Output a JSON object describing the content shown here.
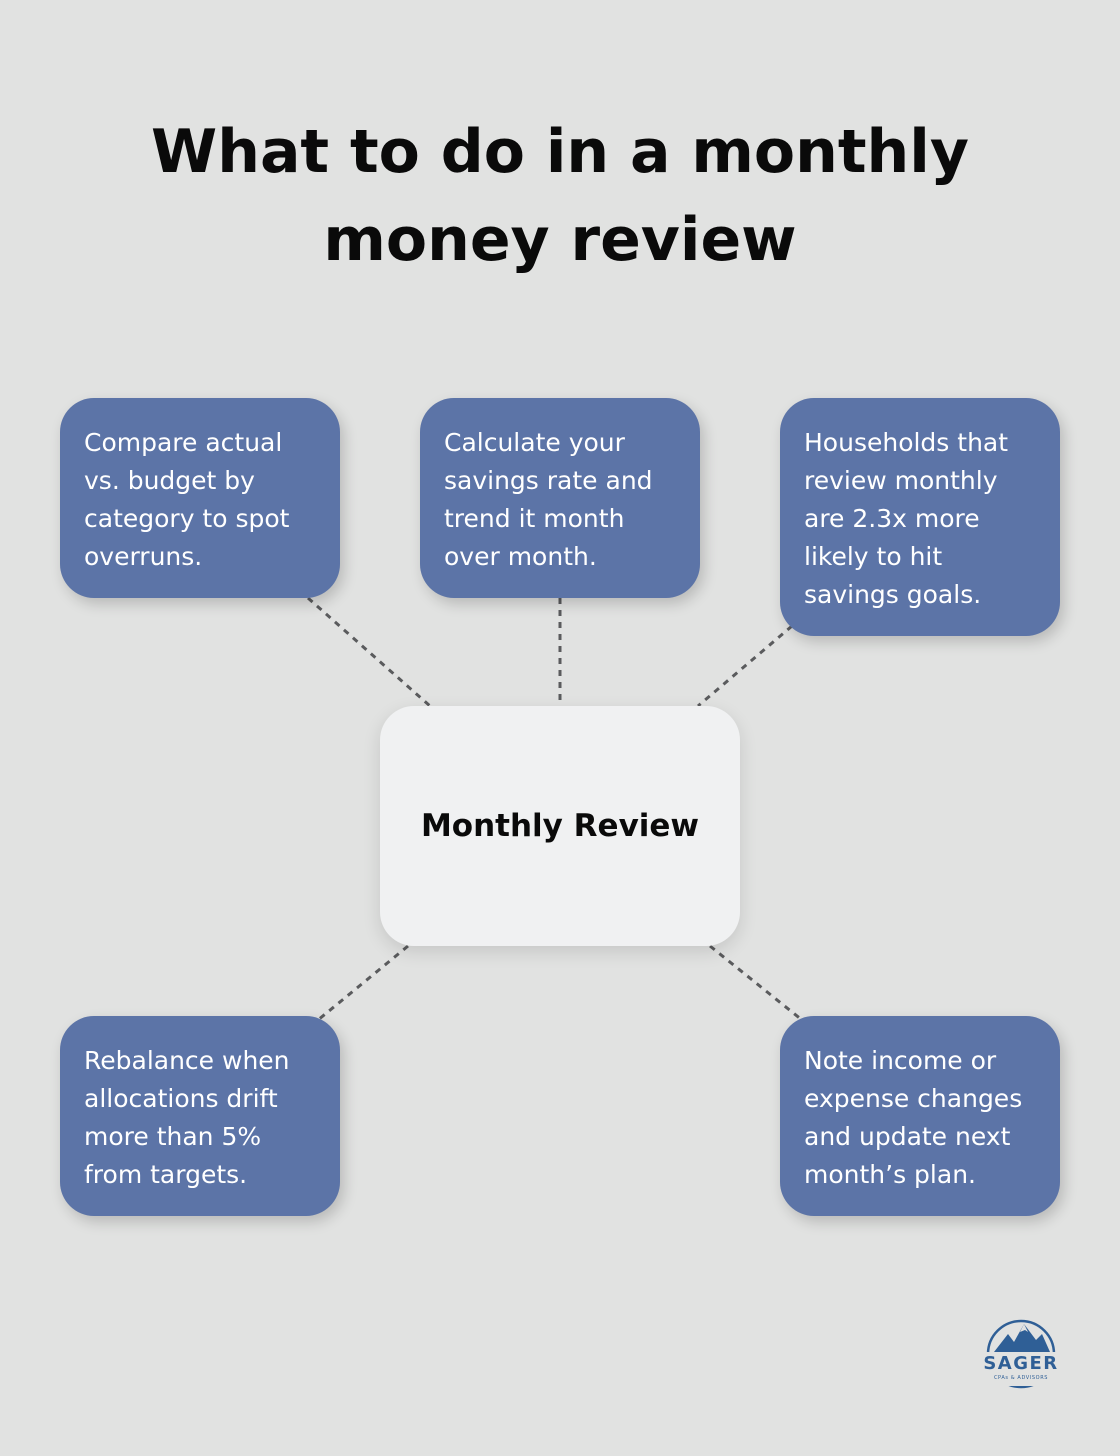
{
  "title": "What to do in a monthly money review",
  "center": {
    "label": "Monthly Review"
  },
  "nodes": [
    {
      "text": "Compare actual vs. budget by category to spot overruns."
    },
    {
      "text": "Calculate your savings rate and trend it month over month."
    },
    {
      "text": "Households that review monthly are 2.3x more likely to hit savings goals."
    },
    {
      "text": "Rebalance when allocations drift more than 5% from targets."
    },
    {
      "text": "Note income or expense changes and update next month’s plan."
    }
  ],
  "logo": {
    "name": "SAGER",
    "tagline": "CPAs & ADVISORS"
  },
  "colors": {
    "background": "#e1e2e1",
    "node_fill": "#5c74a7",
    "center_fill": "#f0f1f2",
    "connector": "#5a5b5d",
    "logo_blue": "#2f5f96"
  }
}
